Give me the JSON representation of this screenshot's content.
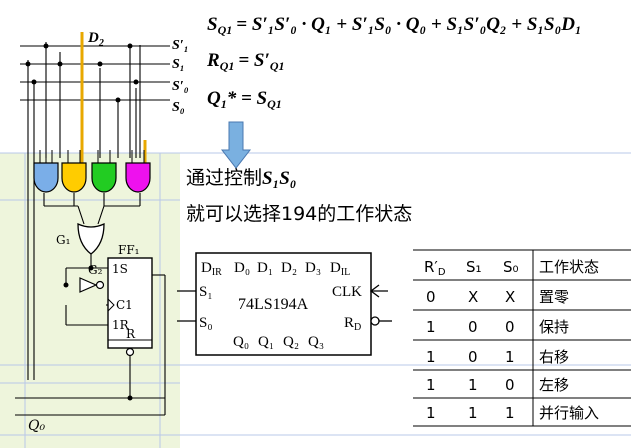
{
  "equations": {
    "sq_lhs": "S",
    "sq_sub": "Q1",
    "sq_rhs_text": "= S′₁S′₀ · Q₁ + S′₁S₀ · Q₀ + S₁S′₀Q₂ + S₁S₀D₁",
    "rq_lhs": "R",
    "rq_sub": "Q1",
    "rq_rhs": "= S′",
    "rq_rhs_sub": "Q1",
    "q_lhs": "Q",
    "q_sub": "1",
    "q_star": "* = S",
    "q_rhs_sub": "Q1"
  },
  "text": {
    "line1_prefix": "通过控制",
    "line1_sym": "S₁S₀",
    "line2": "就可以选择194的工作状态"
  },
  "circuit": {
    "d2": "D",
    "d2_sub": "2",
    "s1p": "S′₁",
    "s1": "S₁",
    "s0p": "S′₀",
    "s0": "S₀",
    "g1": "G₁",
    "g2": "G₂",
    "ff1": "FF₁",
    "pin_1s": "1S",
    "pin_c1": "C1",
    "pin_1r": "1R",
    "pin_r": "R",
    "q0": "Q₀"
  },
  "chip": {
    "top_pins": [
      "D",
      "D₀",
      "D₁",
      "D₂",
      "D₃",
      "D"
    ],
    "dir": "IR",
    "dil": "IL",
    "s1": "S₁",
    "s0": "S₀",
    "name": "74LS194A",
    "clk": "CLK",
    "rd": "R",
    "rd_sub": "D",
    "bottom_pins": [
      "Q₀",
      "Q₁",
      "Q₂",
      "Q₃"
    ]
  },
  "table": {
    "headers": [
      "R′",
      "S₁",
      "S₀",
      "工作状态"
    ],
    "header_sub": "D",
    "rows": [
      [
        "0",
        "X",
        "X",
        "置零"
      ],
      [
        "1",
        "0",
        "0",
        "保持"
      ],
      [
        "1",
        "0",
        "1",
        "右移"
      ],
      [
        "1",
        "1",
        "0",
        "左移"
      ],
      [
        "1",
        "1",
        "1",
        "并行输入"
      ]
    ]
  },
  "colors": {
    "panel": "#eef5dc",
    "grid_line": "#b8c8e8",
    "gate_blue": "#7aaee8",
    "gate_yellow": "#ffcc00",
    "gate_green": "#22cc22",
    "gate_magenta": "#ee11ee",
    "arrow": "#7ab0e0",
    "d2_line": "#e8a800"
  }
}
